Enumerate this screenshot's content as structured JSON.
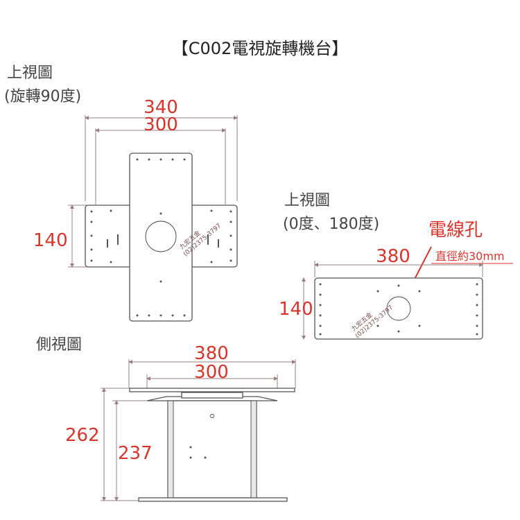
{
  "title": "【C002電視旋轉機台】",
  "top_view_rotated": {
    "label_line1": "上視圖",
    "label_line2": "(旋轉90度)",
    "dim_outer_width": "340",
    "dim_inner_width": "300",
    "dim_height": "140"
  },
  "top_view_normal": {
    "label_line1": "上視圖",
    "label_line2": "(0度、180度)",
    "dim_width": "380",
    "dim_height": "140",
    "cable_hole_label": "電線孔",
    "cable_hole_note": "直徑約30mm"
  },
  "side_view": {
    "label": "側視圖",
    "dim_outer_width": "380",
    "dim_inner_width": "300",
    "dim_total_height": "262",
    "dim_body_height": "237"
  },
  "stamp": {
    "name": "九宏五金",
    "phone": "(02)2375-3797"
  },
  "colors": {
    "dimension_text": "#d9342b",
    "label_text": "#444444",
    "outline": "#555555"
  }
}
